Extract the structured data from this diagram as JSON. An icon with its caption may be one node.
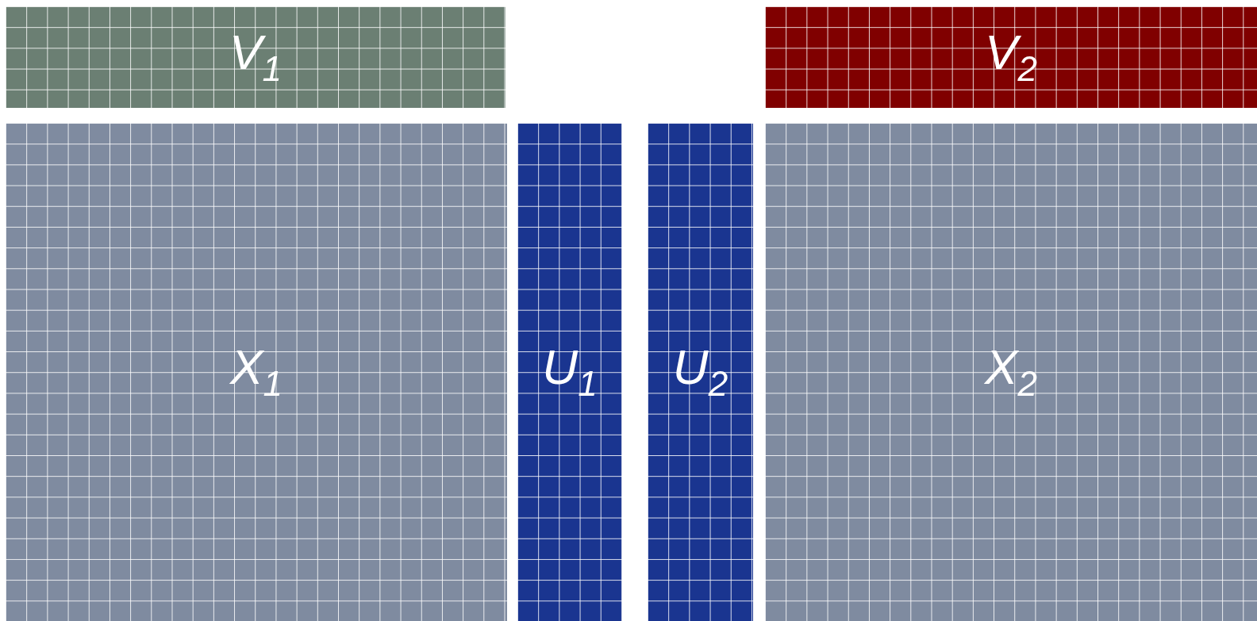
{
  "diagram": {
    "nodes": [
      {
        "text": [
          "V$_{1}$"
        ]
      },
      {
        "text": [
          "V$_{2}$"
        ]
      },
      {
        "text": [
          "X$_{1}$"
        ]
      },
      {
        "text": [
          "U$_{1}$"
        ]
      },
      {
        "text": [
          "U$_{2}$"
        ]
      },
      {
        "text": [
          "X$_{2}$"
        ]
      }
    ]
  }
}
